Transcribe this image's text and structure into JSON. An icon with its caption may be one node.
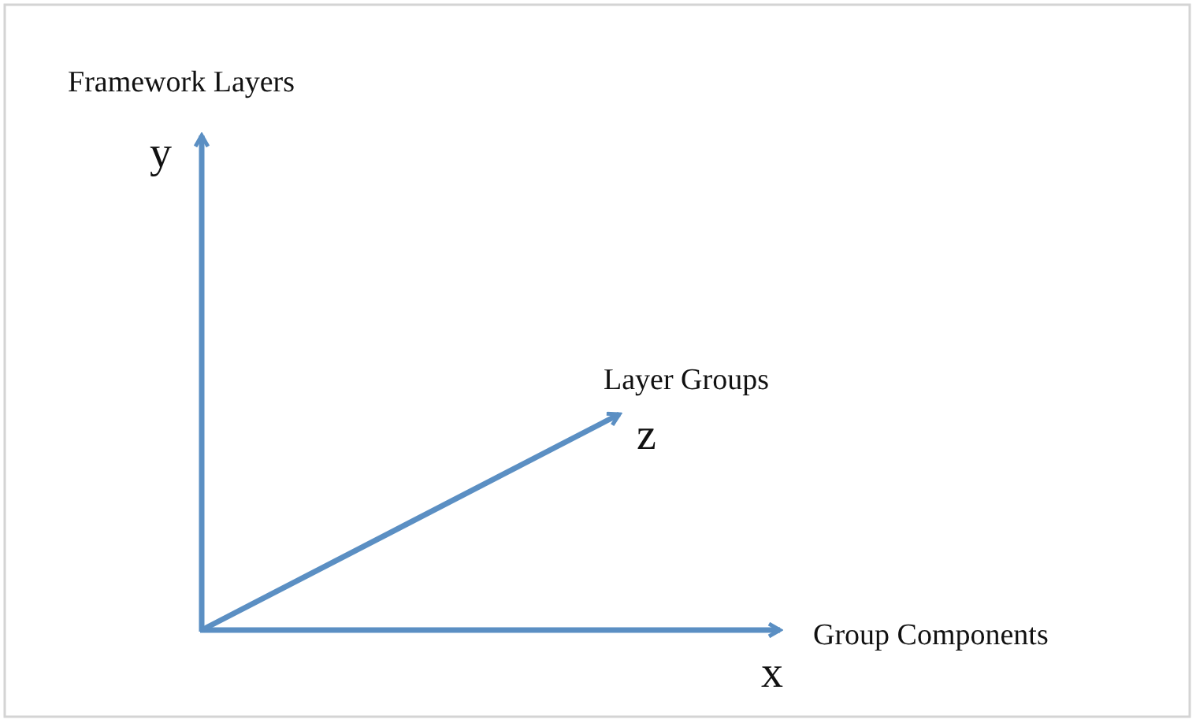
{
  "diagram": {
    "labels": [
      "Framework Layers",
      "y",
      "Layer Groups",
      "z",
      "Group Components",
      "x"
    ]
  }
}
